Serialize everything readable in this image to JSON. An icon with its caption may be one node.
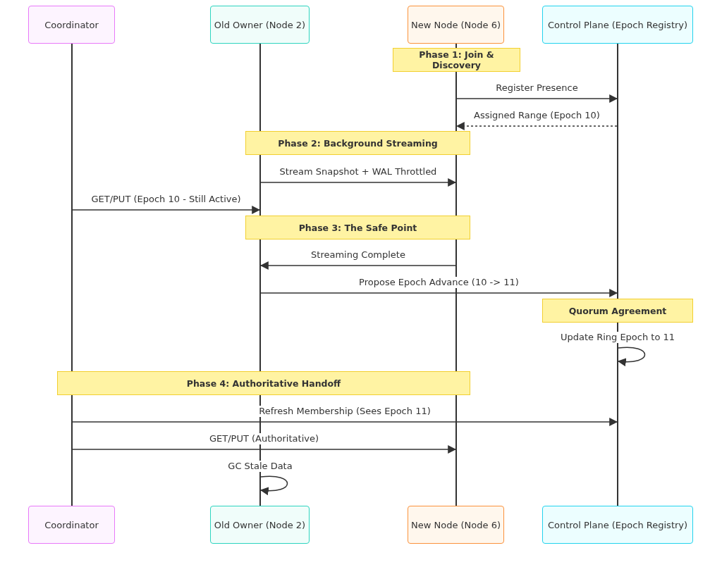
{
  "diagram": {
    "nodes": [
      {
        "text": [
          "Coordinator"
        ]
      },
      {
        "text": [
          "Old Owner (Node 2)"
        ]
      },
      {
        "text": [
          "New Node (Node 6)"
        ]
      },
      {
        "text": [
          "Control Plane (Epoch Registry)"
        ]
      },
      {
        "text": [],
        "shape": "bar"
      },
      {
        "text": [],
        "shape": "bar"
      },
      {
        "text": [],
        "shape": "bar"
      },
      {
        "text": [],
        "shape": "bar"
      },
      {
        "text": [],
        "shape": "bar"
      },
      {
        "text": [],
        "shape": "bar"
      },
      {
        "text": [],
        "shape": "bar"
      },
      {
        "text": [],
        "shape": "bar"
      },
      {
        "text": [],
        "shape": "bar"
      },
      {
        "text": [],
        "shape": "bar"
      },
      {
        "text": [],
        "shape": "bar"
      },
      {
        "text": [],
        "shape": "bar"
      },
      {
        "text": [],
        "shape": "bar"
      },
      {
        "text": [
          "Coordinator"
        ]
      },
      {
        "text": [
          "Old Owner (Node 2)"
        ]
      },
      {
        "text": [
          "New Node (Node 6)"
        ]
      },
      {
        "text": [
          "Control Plane (Epoch Registry)"
        ]
      },
      {
        "text": [
          "Phase 1: Join & Discovery"
        ]
      },
      {
        "text": [
          "Phase 2: Background Streaming"
        ]
      },
      {
        "text": [
          "Phase 3: The Safe Point"
        ]
      },
      {
        "text": [
          "Quorum Agreement"
        ]
      },
      {
        "text": [
          "Phase 4: Authoritative Handoff"
        ]
      }
    ],
    "edges": [
      {
        "from": 11,
        "to": 15,
        "arrow": "to",
        "label": "Register Presence"
      },
      {
        "from": 15,
        "to": 11,
        "arrow": "to",
        "label": "Assigned Range (Epoch 10)",
        "style": "dashed"
      },
      {
        "from": 7,
        "to": 12,
        "arrow": "to",
        "label": "Stream Snapshot + WAL Throttled"
      },
      {
        "from": 4,
        "to": 7,
        "arrow": "to",
        "label": "GET/PUT (Epoch 10 - Still Active)"
      },
      {
        "from": 13,
        "to": 8,
        "arrow": "to",
        "label": "Streaming Complete"
      },
      {
        "from": 8,
        "to": 15,
        "arrow": "to",
        "label": "Propose Epoch Advance (10 -> 11)"
      },
      {
        "from": 16,
        "to": 16,
        "arrow": "to",
        "label": "Update Ring Epoch to 11"
      },
      {
        "from": 5,
        "to": 16,
        "arrow": "to",
        "label": "Refresh Membership (Sees Epoch 11)"
      },
      {
        "from": 5,
        "to": 14,
        "arrow": "to",
        "label": "GET/PUT (Authoritative)"
      },
      {
        "from": 9,
        "to": 9,
        "arrow": "to",
        "label": "GC Stale Data"
      }
    ]
  }
}
